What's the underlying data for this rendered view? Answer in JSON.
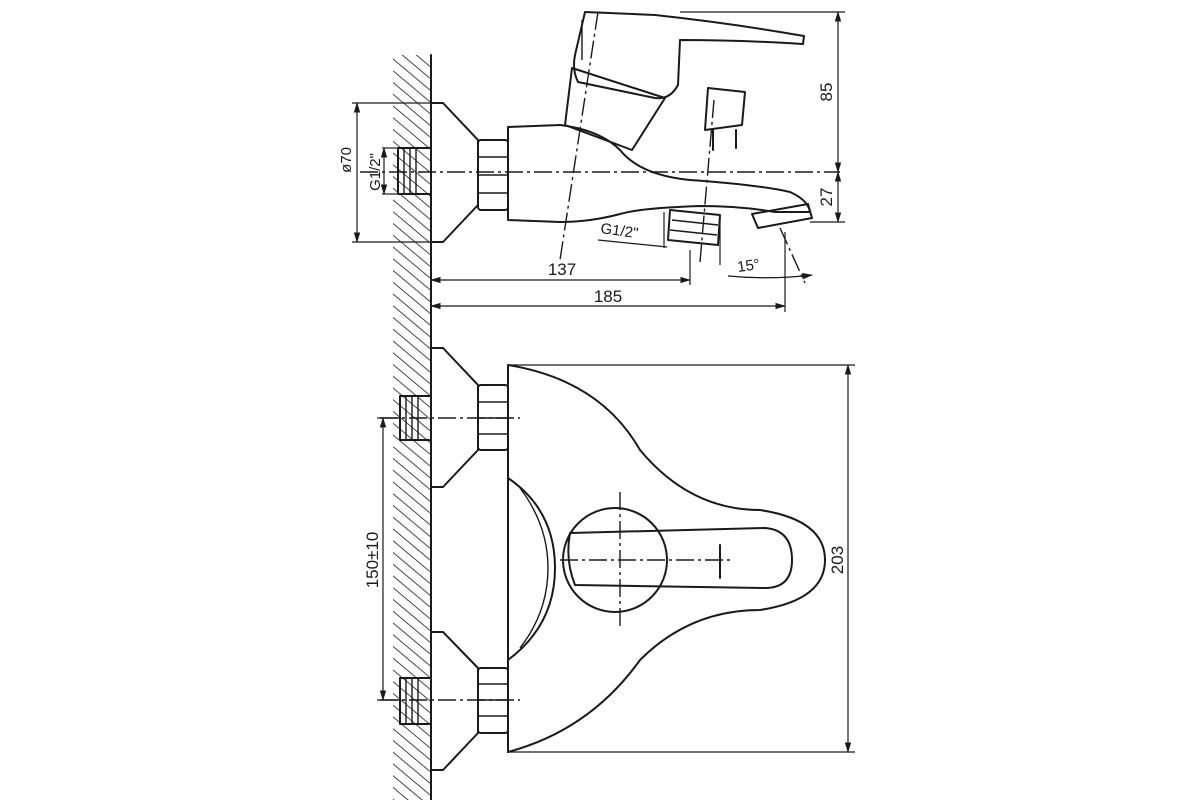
{
  "dimensions": {
    "height_85": "85",
    "height_27": "27",
    "outlet_thread": "G1/2\"",
    "inlet_thread": "G1/2\"",
    "flange_diameter": "ø70",
    "angle": "15°",
    "length_137": "137",
    "length_185": "185",
    "spacing": "150±10",
    "width_203": "203"
  },
  "colors": {
    "line": "#1a1a1a",
    "background": "#ffffff"
  }
}
